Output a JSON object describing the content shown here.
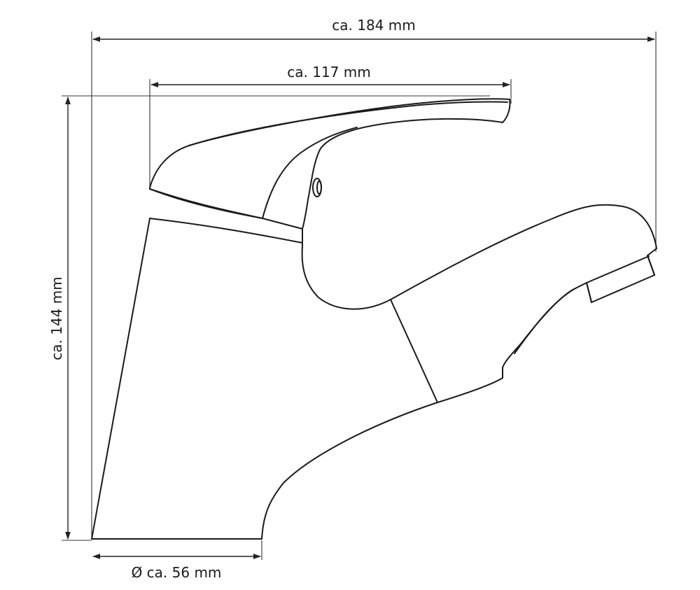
{
  "dimensions": {
    "overall_width": "ca. 184 mm",
    "lever_length": "ca. 117 mm",
    "height": "ca. 144 mm",
    "base_diameter": "Ø ca. 56 mm"
  },
  "colors": {
    "line": "#1a1a1a",
    "background": "#ffffff"
  }
}
